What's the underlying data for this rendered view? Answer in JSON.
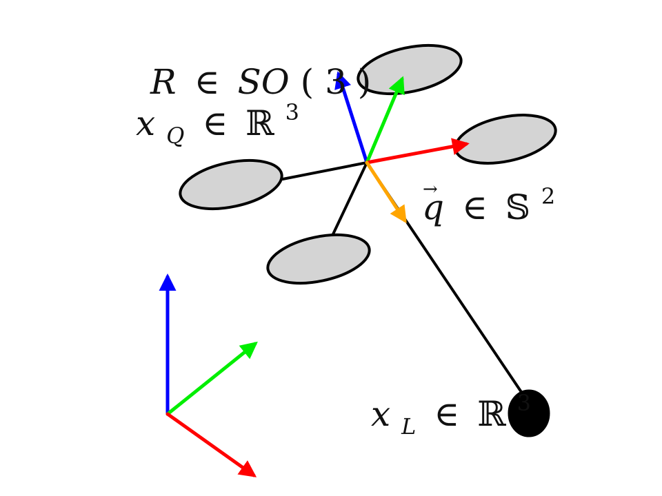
{
  "labels": {
    "rotation": {
      "var": "R",
      "in": "∈",
      "group": "SO",
      "open": "(",
      "dim": "3",
      "close": ")"
    },
    "quad_pos": {
      "var": "x",
      "sub": "Q",
      "in": "∈",
      "space": "ℝ",
      "sup": "3"
    },
    "cable": {
      "var": "q",
      "vec": "→",
      "in": "∈",
      "space": "𝕊",
      "sup": "2"
    },
    "load_pos": {
      "var": "x",
      "sub": "L",
      "in": "∈",
      "space": "ℝ",
      "sup": "3"
    }
  },
  "colors": {
    "x_axis": "#ff0000",
    "y_axis": "#00ee00",
    "z_axis": "#0000ff",
    "cable_dir": "#ffa500",
    "rotor_fill": "#d4d4d4",
    "outline": "#000000"
  }
}
